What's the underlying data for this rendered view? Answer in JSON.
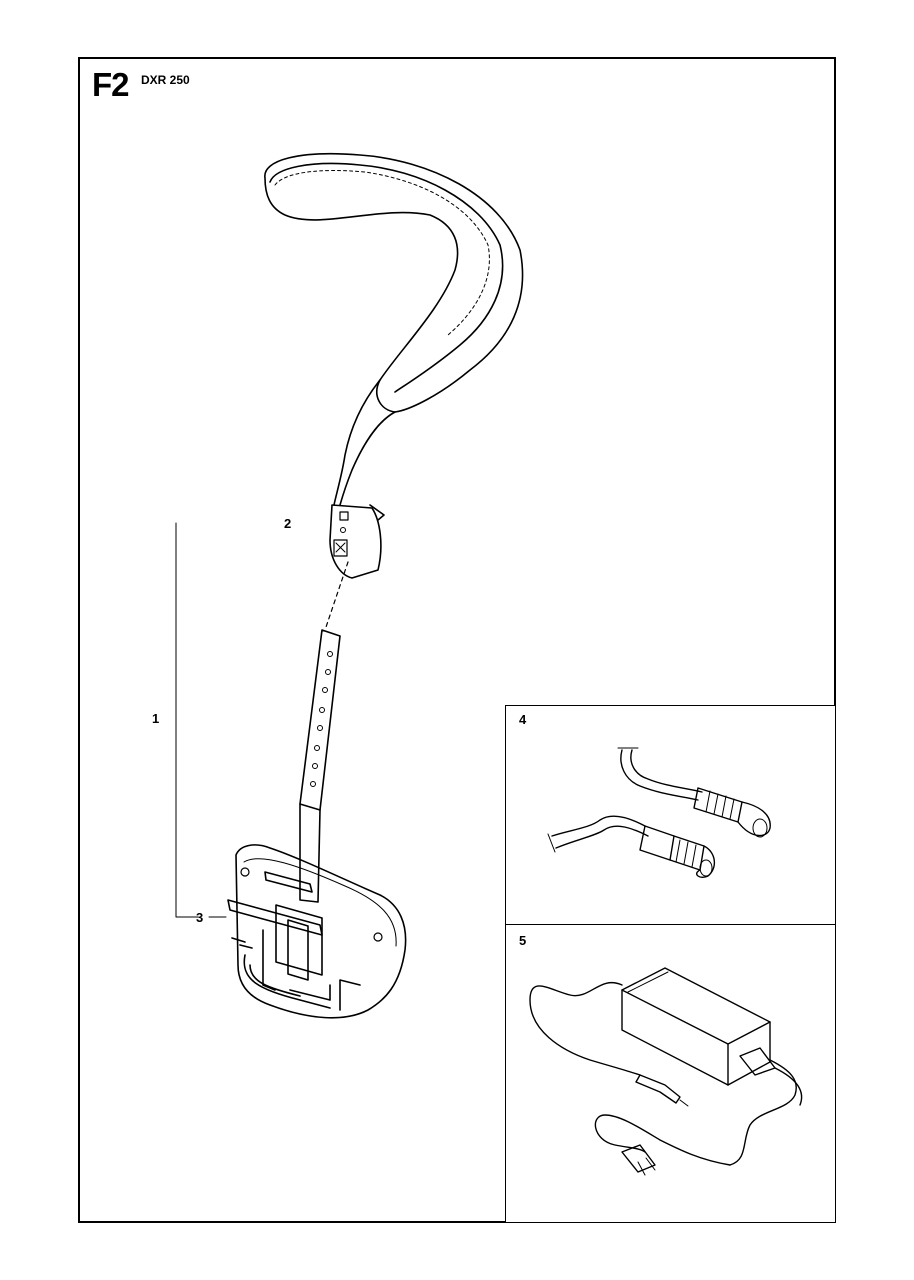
{
  "header": {
    "figure_code": "F2",
    "model": "DXR 250"
  },
  "callouts": {
    "c1": "1",
    "c2": "2",
    "c3": "3",
    "c4": "4",
    "c5": "5"
  },
  "icons": [
    "harness-strap-icon",
    "battery-belt-plate-icon",
    "cable-connector-icon",
    "power-adapter-icon"
  ]
}
